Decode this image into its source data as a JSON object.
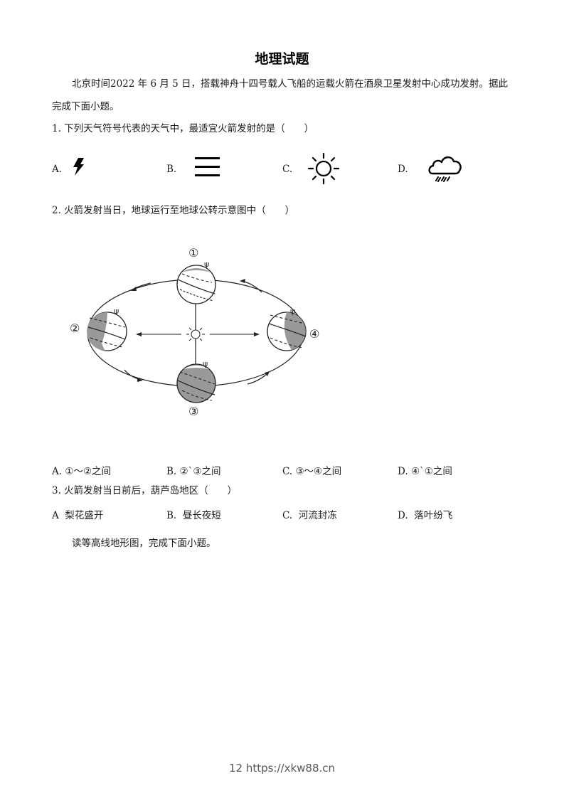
{
  "document": {
    "title": "地理试题",
    "intro_line1": "北京时间2022 年 6 月 5 日，搭载神舟十四号载人飞船的运载火箭在酒泉卫星发射中心成功发射。据此",
    "intro_line2": "完成下面小题。",
    "questions": [
      {
        "number": "1.",
        "text": "1. 下列天气符号代表的天气中，最适宜火箭发射的是（　　）",
        "options": [
          {
            "label": "A.",
            "icon": "lightning-icon"
          },
          {
            "label": "B.",
            "icon": "fog-icon"
          },
          {
            "label": "C.",
            "icon": "sun-icon"
          },
          {
            "label": "D.",
            "icon": "rain-cloud-icon"
          }
        ]
      },
      {
        "number": "2.",
        "text": "2. 火箭发射当日，地球运行至地球公转示意图中（　　）",
        "figure": {
          "labels": [
            "①",
            "②",
            "③",
            "④"
          ],
          "center": "sun-icon"
        },
        "options": [
          {
            "label": "A.",
            "text": "①～②之间"
          },
          {
            "label": "B.",
            "text": "②`③之间"
          },
          {
            "label": "C.",
            "text": "③～④之间"
          },
          {
            "label": "D.",
            "text": "④`①之间"
          }
        ]
      },
      {
        "number": "3.",
        "text": "3. 火箭发射当日前后，葫芦岛地区（　　）",
        "options": [
          {
            "label": "A",
            "text": "梨花盛开"
          },
          {
            "label": "B.",
            "text": "昼长夜短"
          },
          {
            "label": "C.",
            "text": "河流封冻"
          },
          {
            "label": "D.",
            "text": "落叶纷飞"
          }
        ]
      }
    ],
    "next_intro": "读等高线地形图，完成下面小题。"
  },
  "footer": {
    "page_number": "12",
    "url": "https://xkw88.cn",
    "text": "12 https://xkw88.cn"
  }
}
